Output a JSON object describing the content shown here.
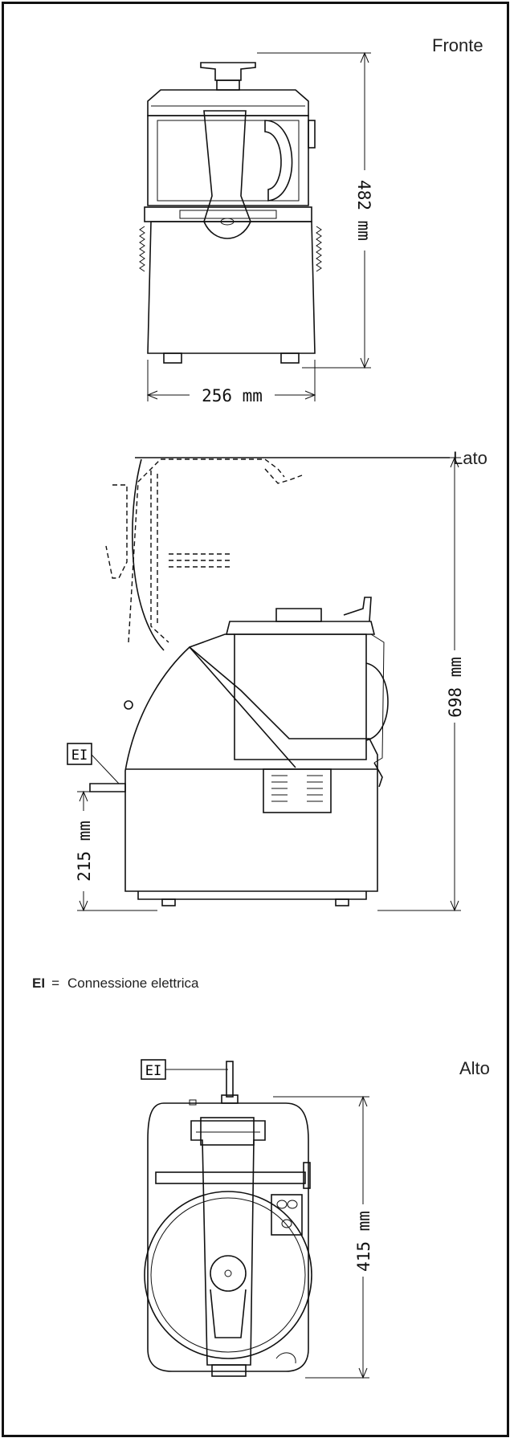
{
  "views": {
    "front": {
      "label": "Fronte",
      "height": "482 mm",
      "width": "256 mm"
    },
    "side": {
      "label": "Lato",
      "height": "698 mm",
      "connection_height": "215 mm",
      "connection_tag": "EI"
    },
    "top": {
      "label": "Alto",
      "depth": "415 mm",
      "connection_tag": "EI"
    }
  },
  "legend": {
    "code": "EI",
    "equals": "=",
    "description": "Connessione elettrica"
  }
}
